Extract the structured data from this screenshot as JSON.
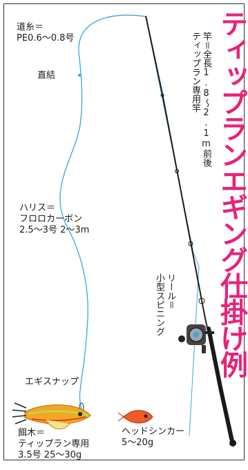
{
  "title": "ティップランエギング仕掛け例",
  "labels": {
    "line_main": "道糸＝\nPE0.6〜0.8号",
    "direct_knot": "直結",
    "leader": "ハリス＝\nフロロカーボン\n2.5〜3号 2〜3m",
    "snap": "エギスナップ",
    "egi": "餌木＝\nティップラン専用\n3.5号 25〜30g",
    "sinker": "ヘッドシンカー\n5〜20g",
    "rod": "竿＝全長1.8〜2.1m前後\nティップラン専用竿",
    "reel": "リール＝\n小型スピニング"
  },
  "colors": {
    "title": "#e8227a",
    "line": "#3aa6e0",
    "rod": "#1a1a1a",
    "egi_body": "#f5a623",
    "sinker": "#ef5a2a"
  }
}
